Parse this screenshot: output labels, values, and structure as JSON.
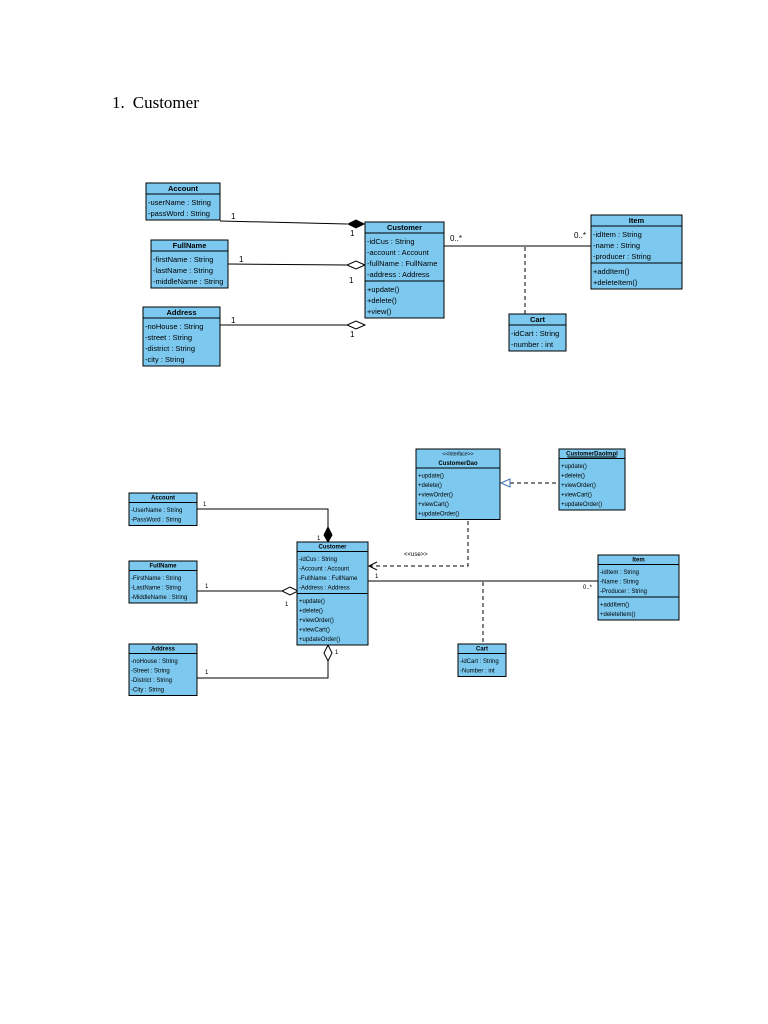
{
  "heading": {
    "number": "1.",
    "title": "Customer"
  },
  "d1": {
    "account": {
      "name": "Account",
      "attrs": [
        "-userName : String",
        "-passWord : String"
      ]
    },
    "fullname": {
      "name": "FullName",
      "attrs": [
        "-firstName : String",
        "-lastName : String",
        "-middleName : String"
      ]
    },
    "address": {
      "name": "Address",
      "attrs": [
        "-noHouse : String",
        "-street : String",
        "-district : String",
        "-city : String"
      ]
    },
    "customer": {
      "name": "Customer",
      "attrs": [
        "-idCus : String",
        "-account : Account",
        "-fullName : FullName",
        "-address : Address"
      ],
      "ops": [
        "+update()",
        "+delete()",
        "+view()"
      ]
    },
    "item": {
      "name": "Item",
      "attrs": [
        "-idItem : String",
        "-name : String",
        "-producer : String"
      ],
      "ops": [
        "+addItem()",
        "+deleteItem()"
      ]
    },
    "cart": {
      "name": "Cart",
      "attrs": [
        "-idCart : String",
        "-number : int"
      ]
    },
    "mult": {
      "one": "1",
      "many": "0..*"
    }
  },
  "d2": {
    "account": {
      "name": "Account",
      "attrs": [
        "-UserName : String",
        "-PassWord : String"
      ]
    },
    "fullname": {
      "name": "FullName",
      "attrs": [
        "-FirstName : String",
        "-LastName : String",
        "-MiddleName : String"
      ]
    },
    "address": {
      "name": "Address",
      "attrs": [
        "-noHouse : String",
        "-Street : String",
        "-District : String",
        "-City : String"
      ]
    },
    "customer": {
      "name": "Customer",
      "attrs": [
        "-idCus : String",
        "-Account : Account",
        "-FullName : FullName",
        "-Address : Address"
      ],
      "ops": [
        "+update()",
        "+delete()",
        "+viewOrder()",
        "+viewCart()",
        "+updateOrder()"
      ]
    },
    "dao": {
      "stereotype": "<<Interface>>",
      "name": "CustomerDao",
      "ops": [
        "+update()",
        "+delete()",
        "+viewOrder()",
        "+viewCart()",
        "+updateOrder()"
      ]
    },
    "daoimpl": {
      "name": "CustomerDaoImpl",
      "ops": [
        "+update()",
        "+delete()",
        "+viewOrder()",
        "+viewCart()",
        "+updateOrder()"
      ]
    },
    "item": {
      "name": "Item",
      "attrs": [
        "-idItem : String",
        "-Name : String",
        "-Producer : String"
      ],
      "ops": [
        "+addItem()",
        "+deleteItem()"
      ]
    },
    "cart": {
      "name": "Cart",
      "attrs": [
        "-idCart : String",
        "-Number : int"
      ]
    },
    "use_label": "<<use>>",
    "mult": {
      "one": "1",
      "many": "0..*"
    }
  }
}
